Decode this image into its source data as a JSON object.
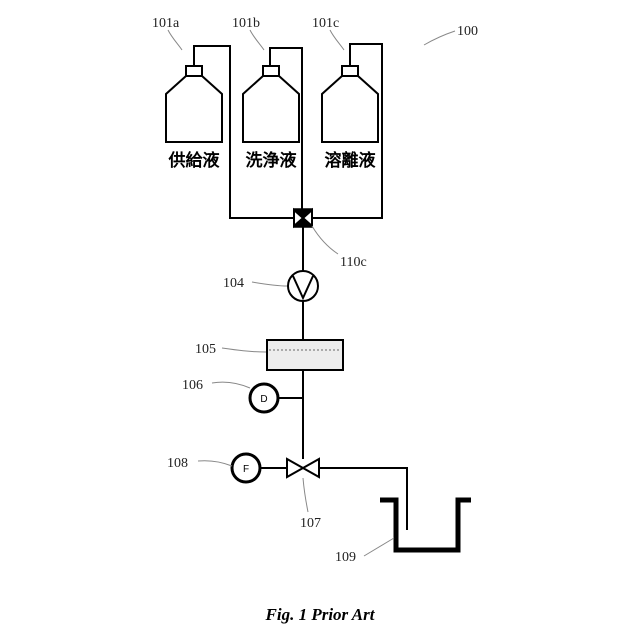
{
  "diagram": {
    "system_ref": "100",
    "bottles": [
      {
        "ref": "101a",
        "name": "供給液"
      },
      {
        "ref": "101b",
        "name": "洗浄液"
      },
      {
        "ref": "101c",
        "name": "溶離液"
      }
    ],
    "selector_valve_ref": "110c",
    "pump_ref": "104",
    "column_ref": "105",
    "pressure_sensor": {
      "ref": "106",
      "symbol": "D"
    },
    "flow_sensor": {
      "ref": "108",
      "symbol": "F"
    },
    "valve_ref": "107",
    "container_ref": "109",
    "caption": "Fig. 1 Prior Art"
  }
}
